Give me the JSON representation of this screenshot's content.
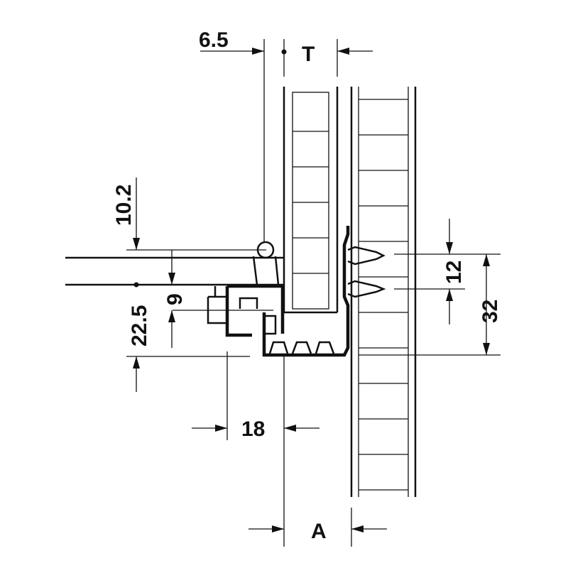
{
  "dimensions": {
    "top_offset": "6.5",
    "thickness": "T",
    "height_top": "10.2",
    "gap": "9",
    "height_bottom": "22.5",
    "setback": "18",
    "screw_pitch": "12",
    "system_pitch": "32",
    "side_distance": "A"
  },
  "colors": {
    "line": "#111111",
    "background": "#ffffff"
  }
}
